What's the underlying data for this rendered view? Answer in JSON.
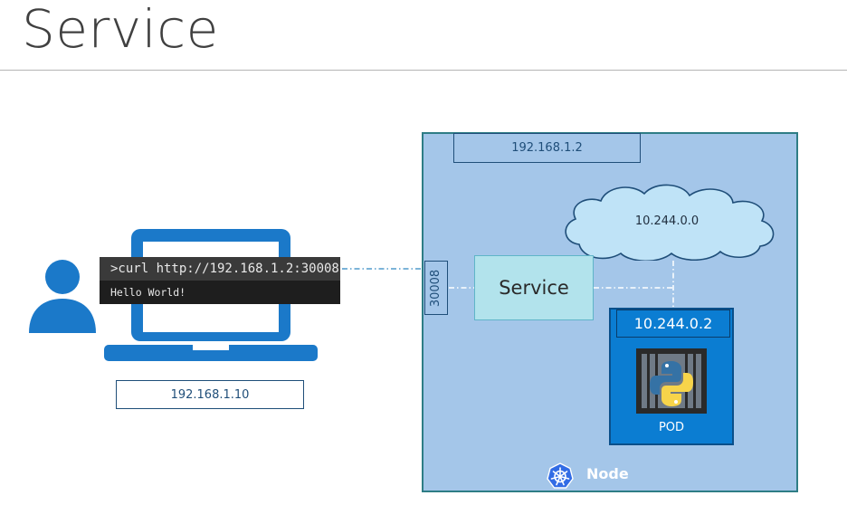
{
  "title": "Service",
  "client": {
    "ip": "192.168.1.10",
    "terminal": {
      "command": ">curl http://192.168.1.2:30008",
      "output": "Hello World!"
    }
  },
  "node": {
    "label": "Node",
    "ip": "192.168.1.2",
    "node_port": "30008",
    "network": "10.244.0.0",
    "service": {
      "label": "Service"
    },
    "pod": {
      "ip": "10.244.0.2",
      "label": "POD"
    }
  },
  "colors": {
    "node_fill": "#a4c6e9",
    "pod_fill": "#0b7dd2",
    "service_fill": "#b2e3ec",
    "cloud_fill": "#bfe3f7",
    "laptop_blue": "#1b79c9",
    "box_border": "#1f4e79"
  }
}
